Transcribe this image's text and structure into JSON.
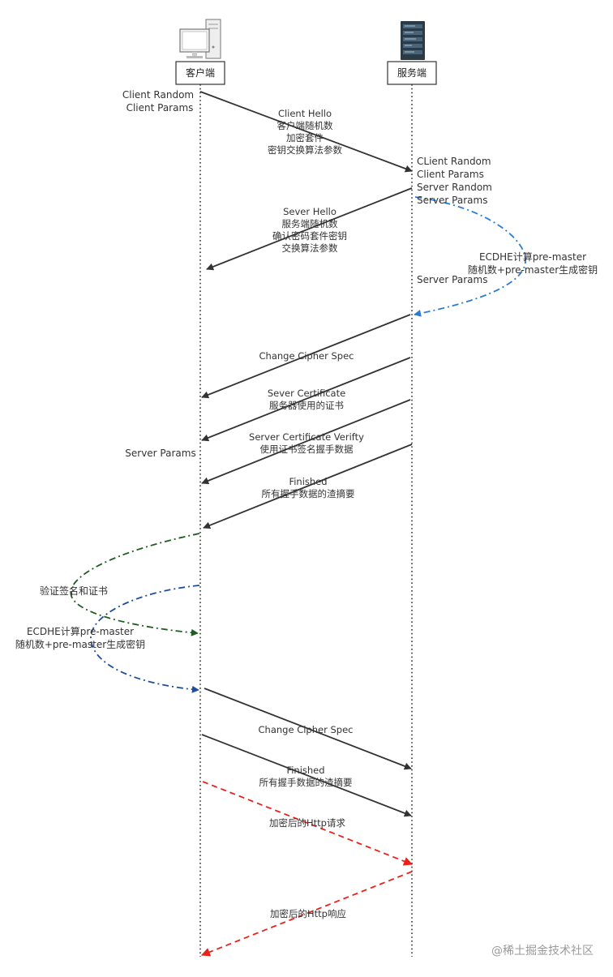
{
  "participants": {
    "client": {
      "label": "客户端",
      "icon": "desktop-computer-icon"
    },
    "server": {
      "label": "服务端",
      "icon": "server-rack-icon"
    }
  },
  "notes": {
    "client_random_1": "Client Random",
    "client_params_1": "Client Params",
    "server_side_1": "CLient Random",
    "server_side_2": "Client Params",
    "server_side_3": "Server Random",
    "server_side_4": "Server Params",
    "server_ecdhe_1": "ECDHE计算pre-master",
    "server_ecdhe_2": "随机数+pre-master生成密钥",
    "server_params_2": "Server Params",
    "client_server_params": "Server Params",
    "verify_sig": "验证签名和证书",
    "client_ecdhe_1": "ECDHE计算pre-master",
    "client_ecdhe_2": "随机数+pre-master生成密钥"
  },
  "messages": {
    "client_hello": [
      "Client Hello",
      "客户端随机数",
      "加密套件",
      "密钥交换算法参数"
    ],
    "server_hello": [
      "Sever Hello",
      "服务端随机数",
      "确认密码套件密钥",
      "交换算法参数"
    ],
    "change_cipher_1": [
      "Change Cipher Spec"
    ],
    "server_cert": [
      "Sever Certificate",
      "服务器使用的证书"
    ],
    "server_cert_verify": [
      "Server Certificate Verifty",
      "使用证书签名握手数据"
    ],
    "finished_1": [
      "Finished",
      "所有握手数据的渣摘要"
    ],
    "change_cipher_2": [
      "Change Cipher Spec"
    ],
    "finished_2": [
      "Finished",
      "所有握手数据的渣摘要"
    ],
    "http_request": [
      "加密后的Http请求"
    ],
    "http_response": [
      "加密后的Http响应"
    ]
  },
  "watermark": "@稀土掘金技术社区",
  "colors": {
    "arrow": "#333333",
    "blue_dashdot": "#2a7bd4",
    "navy_dashdot": "#1e4f9c",
    "green_dashdot": "#1f5c1f",
    "red_dashed": "#e8211b",
    "lifeline": "#333333"
  }
}
